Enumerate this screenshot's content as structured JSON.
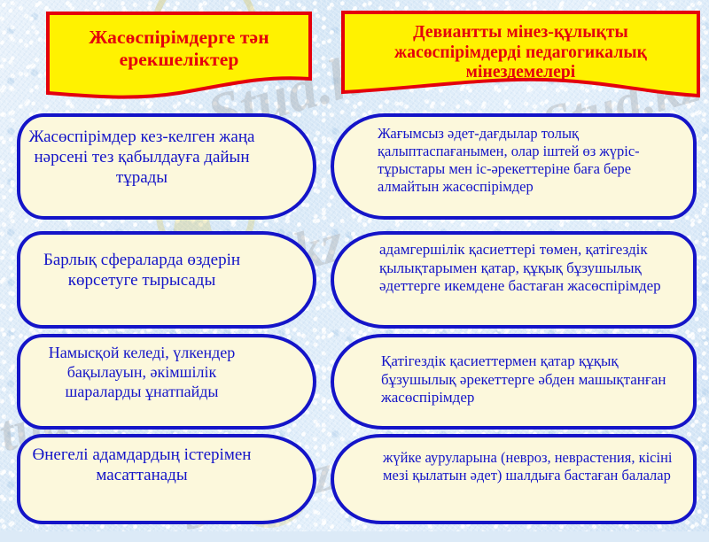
{
  "colors": {
    "background": "#dfecf8",
    "banner_fill": "#FFF200",
    "banner_border": "#E4000C",
    "banner_text": "#E4000C",
    "capsule_fill": "#FCF8DC",
    "capsule_border": "#1414C8",
    "capsule_text": "#1414C8",
    "watermark": "#969696"
  },
  "watermark": {
    "text": "Stud.kz",
    "instances": [
      "Stud.kz",
      "Stud.kz",
      "Stud.kz",
      "Stud.kz",
      "Stud.kz",
      "Stud.kz"
    ]
  },
  "headers": {
    "left": "Жасөспірімдерге тән ерекшеліктер",
    "right": "Девиантты мінез-құлықты жасөспірімдерді педагогикалық мінездемелері"
  },
  "rows": [
    {
      "left": "Жасөспірімдер кез-келген жаңа нәрсені тез қабылдауға дайын тұрады",
      "right": "Жағымсыз әдет-дағдылар толық қалыптаспағанымен,   олар іштей өз жүріс-тұрыстары мен іс-әрекеттеріне баға бере алмайтын жасөспірімдер"
    },
    {
      "left": "Барлық сфераларда өздерін көрсетуге тырысады",
      "right": "адамгершілік қасиеттері төмен, қатігездік қылықтарымен қатар, құқық бұзушылық әдеттерге икемдене бастаған жасөспірімдер"
    },
    {
      "left": "Намысқой  келеді, үлкендер бақылауын, әкімшілік шараларды ұнатпайды",
      "right": "Қатігездік қасиеттермен қатар құқық бұзушылық әрекеттерге әбден машықтанған жасөспірімдер"
    },
    {
      "left": "Өнегелі адамдардың істерімен масаттанады",
      "right": " жүйке ауруларына (невроз, неврастения, кісіні мезі қылатын әдет) шалдыға бастаған балалар"
    }
  ]
}
